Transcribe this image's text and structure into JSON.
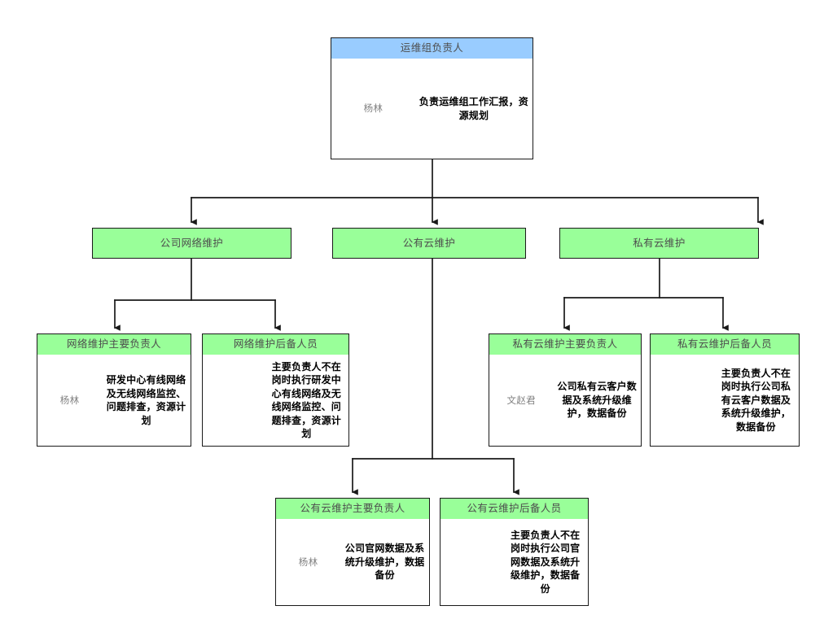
{
  "diagram": {
    "type": "org-chart",
    "colors": {
      "header_blue": "#99ccff",
      "header_green": "#99ff99",
      "border": "#1a1a1a",
      "background": "#ffffff",
      "person_text": "#808080",
      "duty_text": "#000000",
      "header_text": "#4d4d4d"
    }
  },
  "nodes": {
    "root": {
      "title": "运维组负责人",
      "person": "杨林",
      "duty": "负责运维组工作汇报，资源规划"
    },
    "branch_network": {
      "title": "公司网络维护"
    },
    "branch_public_cloud": {
      "title": "公有云维护"
    },
    "branch_private_cloud": {
      "title": "私有云维护"
    },
    "network_primary": {
      "title": "网络维护主要负责人",
      "person": "杨林",
      "duty": "研发中心有线网络及无线网络监控、问题排查，资源计划"
    },
    "network_backup": {
      "title": "网络维护后备人员",
      "person": "",
      "duty": "主要负责人不在岗时执行研发中心有线网络及无线网络监控、问题排查，资源计划"
    },
    "private_cloud_primary": {
      "title": "私有云维护主要负责人",
      "person": "文赵君",
      "duty": "公司私有云客户数据及系统升级维护，数据备份"
    },
    "private_cloud_backup": {
      "title": "私有云维护后备人员",
      "person": "",
      "duty": "主要负责人不在岗时执行公司私有云客户数据及系统升级维护，数据备份"
    },
    "public_cloud_primary": {
      "title": "公有云维护主要负责人",
      "person": "杨林",
      "duty": "公司官网数据及系统升级维护，数据备份"
    },
    "public_cloud_backup": {
      "title": "公有云维护后备人员",
      "person": "",
      "duty": "主要负责人不在岗时执行公司官网数据及系统升级维护，数据备份"
    }
  }
}
